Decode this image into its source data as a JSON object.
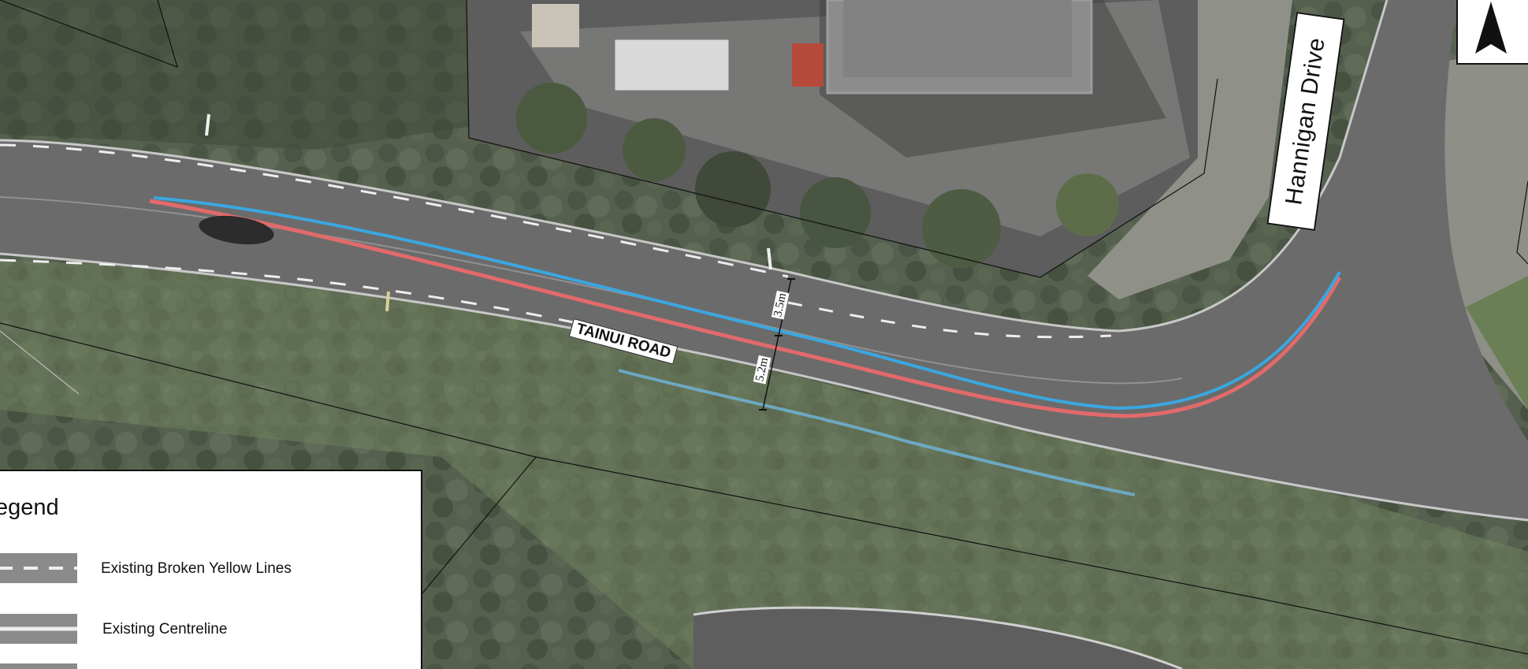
{
  "map": {
    "road_name": "TAINUI ROAD",
    "street_name": "Hannigan Drive",
    "dimensions": {
      "upper": "3.5m",
      "lower": "5.2m"
    },
    "colors": {
      "proposed_blue": "#3aa7e0",
      "proposed_red": "#e26a6a",
      "road": "#6c6c6c",
      "vegetation": "#4f5a48"
    },
    "north_arrow": "north-arrow-icon"
  },
  "legend": {
    "title": "egend",
    "items": [
      {
        "label": "Existing Broken Yellow Lines",
        "swatch": "broken-line-swatch"
      },
      {
        "label": "Existing Centreline",
        "swatch": "centreline-swatch"
      },
      {
        "label": "",
        "swatch": "swatch"
      }
    ]
  }
}
